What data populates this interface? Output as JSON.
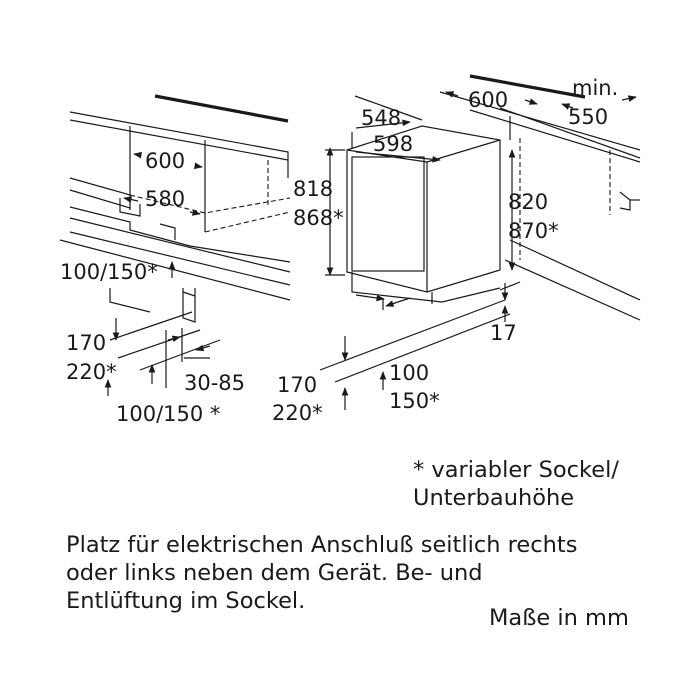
{
  "left_view": {
    "niche_width": "600",
    "niche_inner_width": "580",
    "plinth_height_top": "100/150*",
    "plinth_170": "170",
    "plinth_220": "220*",
    "depth_range": "30-85",
    "plinth_height_bottom": "100/150 *"
  },
  "center_view": {
    "width_548": "548",
    "width_598": "598",
    "height_818": "818",
    "height_868": "868*",
    "plinth_170": "170",
    "plinth_220": "220*",
    "plinth_100": "100",
    "plinth_150": "150*"
  },
  "right_view": {
    "niche_width": "600",
    "min_label": "min.",
    "min_depth": "550",
    "height_820": "820",
    "height_870": "870*",
    "recess_17": "17"
  },
  "footnote": [
    "* variabler Sockel/",
    "Unterbauhöhe"
  ],
  "note": [
    "Platz für elektrischen Anschluß seitlich rechts",
    "oder links neben dem Gerät. Be- und",
    "Entlüftung im Sockel."
  ],
  "units": "Maße in mm"
}
